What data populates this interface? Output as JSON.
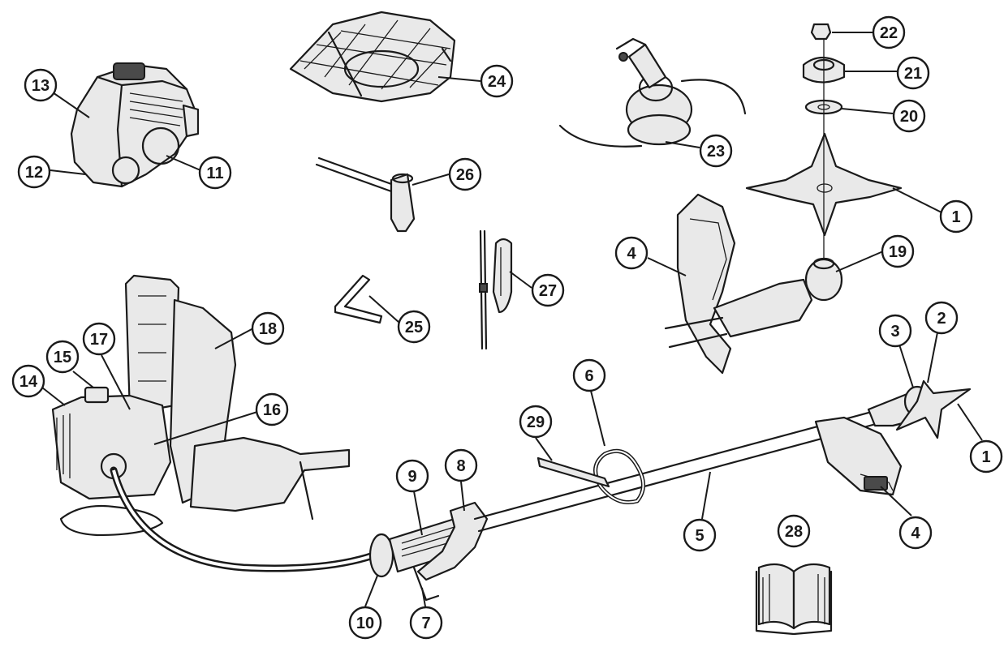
{
  "callouts": [
    {
      "id": "c22",
      "label": "22"
    },
    {
      "id": "c21",
      "label": "21"
    },
    {
      "id": "c20",
      "label": "20"
    },
    {
      "id": "c1a",
      "label": "1"
    },
    {
      "id": "c19",
      "label": "19"
    },
    {
      "id": "c24",
      "label": "24"
    },
    {
      "id": "c23",
      "label": "23"
    },
    {
      "id": "c26",
      "label": "26"
    },
    {
      "id": "c27",
      "label": "27"
    },
    {
      "id": "c25",
      "label": "25"
    },
    {
      "id": "c4a",
      "label": "4"
    },
    {
      "id": "c13",
      "label": "13"
    },
    {
      "id": "c12",
      "label": "12"
    },
    {
      "id": "c11",
      "label": "11"
    },
    {
      "id": "c18",
      "label": "18"
    },
    {
      "id": "c17",
      "label": "17"
    },
    {
      "id": "c15",
      "label": "15"
    },
    {
      "id": "c14",
      "label": "14"
    },
    {
      "id": "c16",
      "label": "16"
    },
    {
      "id": "c3",
      "label": "3"
    },
    {
      "id": "c2",
      "label": "2"
    },
    {
      "id": "c1b",
      "label": "1"
    },
    {
      "id": "c6",
      "label": "6"
    },
    {
      "id": "c29",
      "label": "29"
    },
    {
      "id": "c9",
      "label": "9"
    },
    {
      "id": "c8",
      "label": "8"
    },
    {
      "id": "c5",
      "label": "5"
    },
    {
      "id": "c4b",
      "label": "4"
    },
    {
      "id": "c28",
      "label": "28"
    },
    {
      "id": "c10",
      "label": "10"
    },
    {
      "id": "c7",
      "label": "7"
    }
  ]
}
